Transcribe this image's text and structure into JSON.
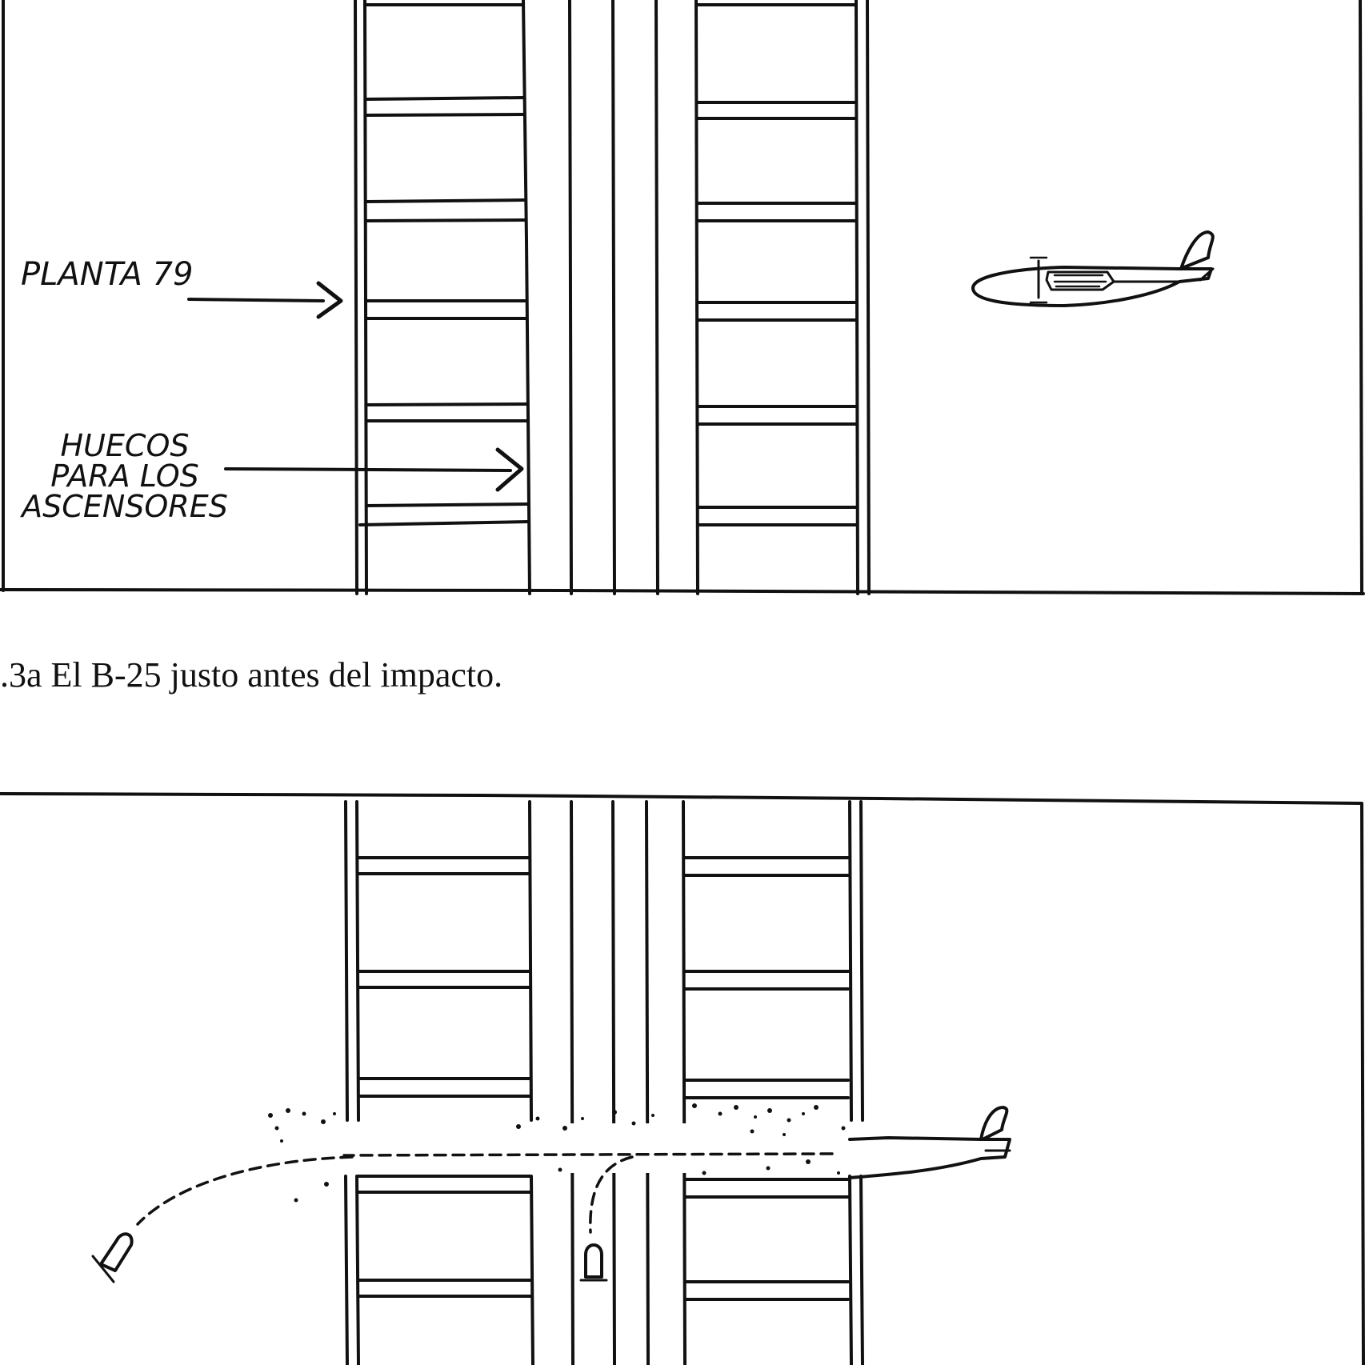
{
  "figure_a": {
    "label_floor": "PLANTA 79",
    "label_shafts": [
      "HUECOS",
      "PARA LOS",
      "ASCENSORES"
    ],
    "caption": ".3a El B-25 justo antes del impacto."
  },
  "colors": {
    "ink": "#111111",
    "paper": "#ffffff"
  },
  "icons": [
    "b25-plane-icon",
    "arrow-icon",
    "debris-icon",
    "engine-icon"
  ]
}
